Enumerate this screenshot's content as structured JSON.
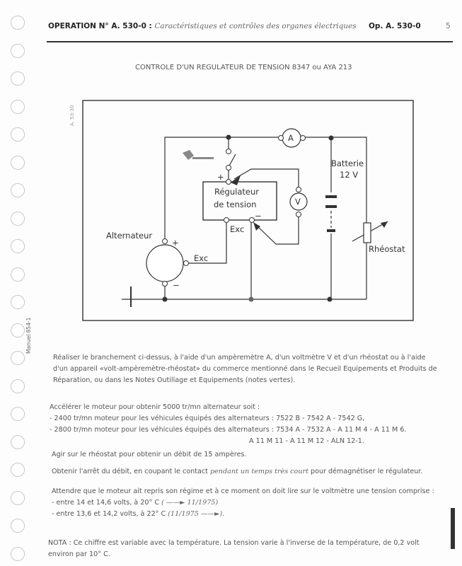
{
  "header": {
    "operation": "OPERATION N° A. 530-0 :",
    "subtitle": "Caractéristiques et contrôles des organes électriques",
    "op_ref": "Op. A. 530-0",
    "page_number": "5"
  },
  "title": "CONTROLE D'UN REGULATEUR DE TENSION 8347 ou AYA 213",
  "margin": {
    "figure_ref": "A. 53-30",
    "manual": "Manuel 854-1"
  },
  "diagram": {
    "ammeter": "A",
    "voltmeter": "V",
    "regulator_line1": "Régulateur",
    "regulator_line2": "de tension",
    "battery_line1": "Batterie",
    "battery_line2": "12 V",
    "alternator": "Alternateur",
    "rheostat": "Rhéostat",
    "exc": "Exc",
    "plus": "+",
    "minus": "−"
  },
  "body": {
    "p1": [
      "Réaliser le branchement ci-dessus, à l'aide d'un ampèremètre A, d'un voltmètre V et d'un rhéostat ou à l'aide",
      "d'un appareil «volt-ampèremètre-rhéostat» du commerce mentionné dans le Recueil Equipements et Produits de",
      "Réparation, ou dans les Notes Outillage et Equipements (notes vertes)."
    ],
    "p2": [
      "Accélérer le moteur pour obtenir 5000 tr/mn alternateur soit :",
      "- 2400 tr/mn moteur pour les véhicules équipés des alternateurs : 7522 B - 7542 A - 7542 G,",
      "- 2800 tr/mn moteur pour les véhicules équipés des alternateurs : 7534 A - 7532 A - A 11 M 4 - A 11 M 6.",
      "A 11 M 11 - A 11 M 12 - ALN 12-1."
    ],
    "p3": "Agir sur le rhéostat pour obtenir un débit de 15 ampères.",
    "p4_a": "Obtenir l'arrêt du débit, en coupant le contact",
    "p4_it": "pendant un temps très court",
    "p4_b": "pour démagnétiser le régulateur.",
    "p5": "Attendre que le moteur ait repris son régime et à ce moment on doit lire sur le voltmètre une tension comprise :",
    "p5_l1": "- entre 14 et 14,6 volts, à 20° C",
    "p5_l1_it": "( ——► 11/1975)",
    "p5_l2": "- entre 13,6 et 14,2 volts, à 22° C",
    "p5_l2_it": "(11/1975 ——►).",
    "nota": [
      "NOTA : Ce chiffre est variable avec la température. La tension varie à l'inverse de la température, de 0,2 volt",
      "environ par 10° C."
    ]
  }
}
